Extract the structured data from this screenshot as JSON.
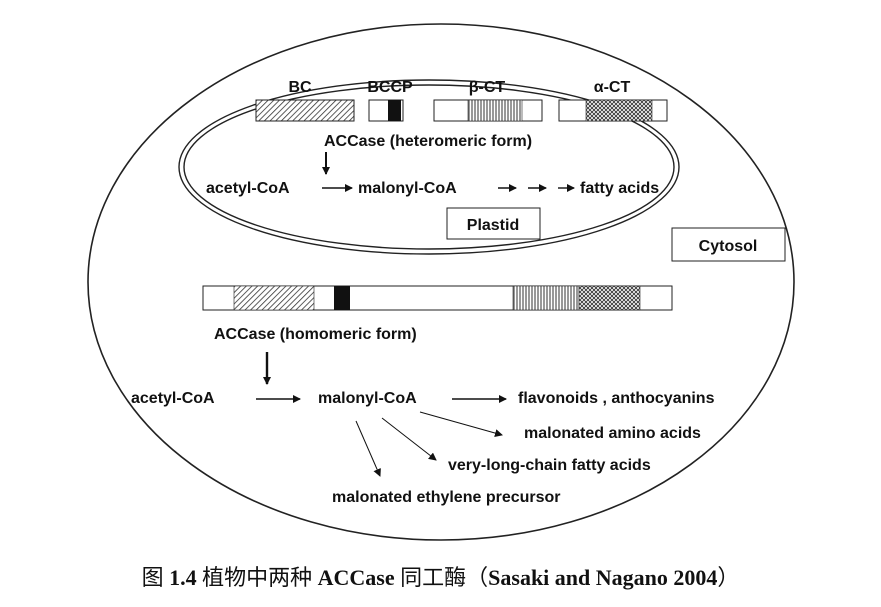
{
  "labels": {
    "bc": "BC",
    "bccp": "BCCP",
    "beta_ct": "β-CT",
    "alpha_ct": "α-CT",
    "accase_hetero": "ACCase (heteromeric form)",
    "accase_homo": "ACCase (homomeric form)",
    "plastid": "Plastid",
    "cytosol": "Cytosol"
  },
  "plastid_pathway": {
    "acetyl": "acetyl-CoA",
    "malonyl": "malonyl-CoA",
    "fatty": "fatty acids"
  },
  "cytosol_pathway": {
    "acetyl": "acetyl-CoA",
    "malonyl": "malonyl-CoA",
    "flavonoids": "flavonoids , anthocyanins",
    "amino": "malonated amino acids",
    "vlcfa": "very-long-chain fatty acids",
    "ethylene": "malonated ethylene precursor"
  },
  "caption": {
    "fig": "图",
    "num": "1.4",
    "text1": "植物中两种",
    "accase": "ACCase",
    "text2": "同工酶（",
    "ref": "Sasaki and Nagano 2004",
    "close": "）"
  }
}
